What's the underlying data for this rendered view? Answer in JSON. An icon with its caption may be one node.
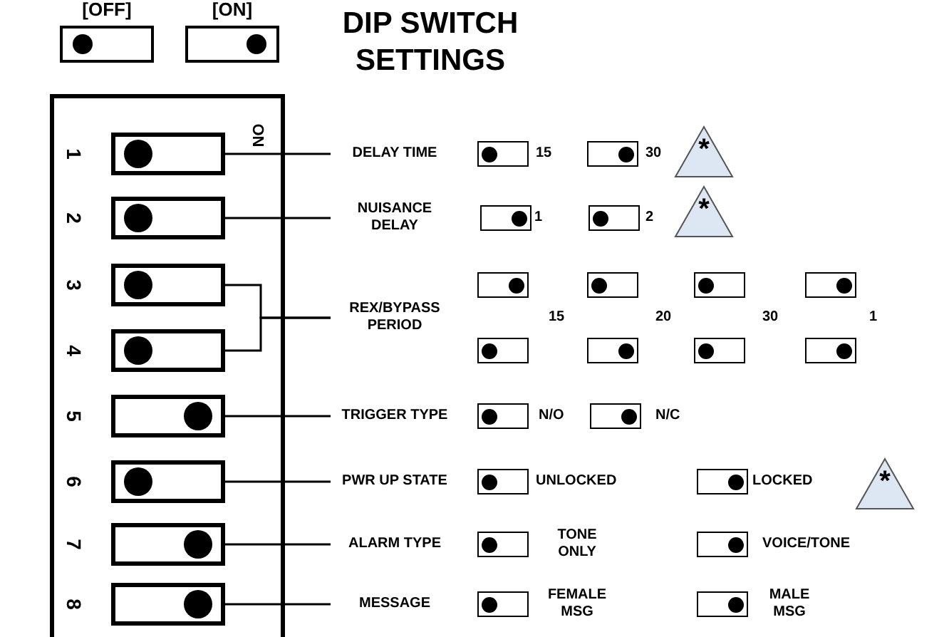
{
  "diagram": {
    "title": "DIP SWITCH SETTINGS",
    "nodes": [
      {
        "text": [
          "[OFF]"
        ]
      },
      {
        "text": [
          "[ON]"
        ]
      },
      {
        "text": [
          "ON"
        ]
      },
      {
        "text": [],
        "shape": "box",
        "in": 2,
        "beside": [
          "1"
        ]
      },
      {
        "text": [
          "DELAY TIME"
        ]
      },
      {
        "text": [
          "15"
        ]
      },
      {
        "text": [
          "30"
        ]
      },
      {
        "text": [
          "*"
        ]
      },
      {
        "text": [],
        "shape": "box",
        "in": 2,
        "beside": [
          "2"
        ]
      },
      {
        "text": [
          "NUISANCE DELAY"
        ]
      },
      {
        "text": [
          "1"
        ]
      },
      {
        "text": [
          "2"
        ]
      },
      {
        "text": [
          "*"
        ]
      },
      {
        "text": [],
        "shape": "box",
        "in": 2,
        "beside": [
          "3"
        ]
      },
      {
        "text": [],
        "shape": "box",
        "in": 2,
        "beside": [
          "4"
        ]
      },
      {
        "text": [
          "REX/BYPASS PERIOD"
        ]
      },
      {
        "text": [
          "15"
        ]
      },
      {
        "text": [
          "20"
        ]
      },
      {
        "text": [
          "30"
        ]
      },
      {
        "text": [
          "1"
        ]
      },
      {
        "text": [],
        "shape": "box",
        "in": 2,
        "beside": [
          "5"
        ]
      },
      {
        "text": [
          "TRIGGER TYPE"
        ]
      },
      {
        "text": [
          "N/O"
        ]
      },
      {
        "text": [
          "N/C"
        ]
      },
      {
        "text": [],
        "shape": "box",
        "in": 2,
        "beside": [
          "6"
        ]
      },
      {
        "text": [
          "PWR UP STATE"
        ]
      },
      {
        "text": [
          "UNLOCKED"
        ]
      },
      {
        "text": [
          "LOCKED"
        ]
      },
      {
        "text": [
          "*"
        ]
      },
      {
        "text": [],
        "shape": "box",
        "in": 2,
        "beside": [
          "7"
        ]
      },
      {
        "text": [
          "ALARM TYPE"
        ]
      },
      {
        "text": [
          "TONE ONLY"
        ]
      },
      {
        "text": [
          "VOICE/TONE"
        ]
      },
      {
        "text": [],
        "shape": "box",
        "in": 2,
        "beside": [
          "8"
        ]
      },
      {
        "text": [
          "MESSAGE"
        ]
      },
      {
        "text": [
          "FEMALE MSG"
        ]
      },
      {
        "text": [
          "MALE MSG"
        ]
      }
    ],
    "edges": [
      {
        "from": 3,
        "to": 4,
        "arrow": "none"
      },
      {
        "from": 8,
        "to": 9,
        "arrow": "none"
      },
      {
        "from": 13,
        "to": 15,
        "arrow": "none"
      },
      {
        "from": 14,
        "to": 15,
        "arrow": "none"
      },
      {
        "from": 20,
        "to": 21,
        "arrow": "none"
      },
      {
        "from": 24,
        "to": 25,
        "arrow": "none"
      },
      {
        "from": 29,
        "to": 30,
        "arrow": "none"
      },
      {
        "from": 33,
        "to": 34,
        "arrow": "none"
      }
    ]
  }
}
